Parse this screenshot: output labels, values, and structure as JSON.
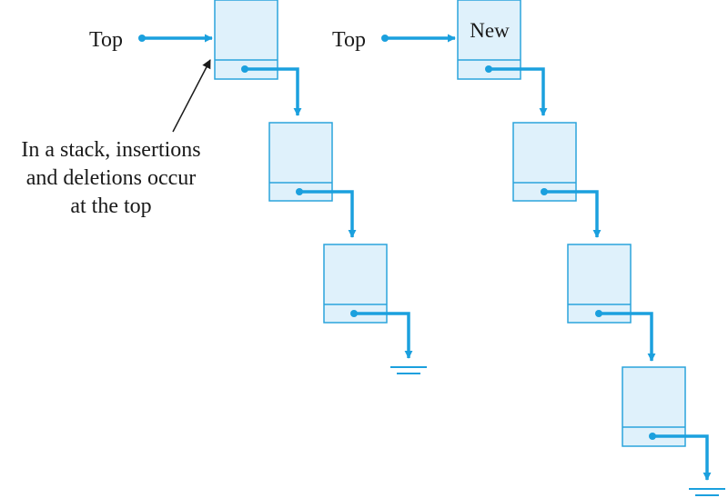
{
  "left_diagram": {
    "top_label": "Top",
    "annotation": {
      "lines": [
        "In a stack, insertions",
        "and deletions occur",
        "at the top"
      ]
    }
  },
  "right_diagram": {
    "top_label": "Top",
    "new_node_label": "New"
  },
  "colors": {
    "node_fill": "#dff1fb",
    "node_stroke": "#2aa4dc",
    "arrow": "#1ba0de",
    "annotation_arrow": "#1a1a1a",
    "text": "#1a1a1a"
  }
}
